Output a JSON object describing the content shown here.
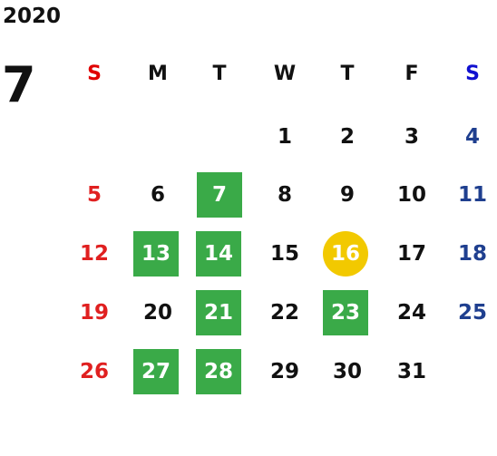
{
  "calendar": {
    "year": "2020",
    "month": "7",
    "weekdays": [
      {
        "label": "S",
        "kind": "sun"
      },
      {
        "label": "M",
        "kind": "normal"
      },
      {
        "label": "T",
        "kind": "normal"
      },
      {
        "label": "W",
        "kind": "normal"
      },
      {
        "label": "T",
        "kind": "normal"
      },
      {
        "label": "F",
        "kind": "normal"
      },
      {
        "label": "S",
        "kind": "sat"
      }
    ],
    "weeks": [
      [
        {
          "label": "",
          "kind": "empty"
        },
        {
          "label": "",
          "kind": "empty"
        },
        {
          "label": "",
          "kind": "empty"
        },
        {
          "label": "1",
          "kind": "normal"
        },
        {
          "label": "2",
          "kind": "normal"
        },
        {
          "label": "3",
          "kind": "normal"
        },
        {
          "label": "4",
          "kind": "sat"
        }
      ],
      [
        {
          "label": "5",
          "kind": "sun"
        },
        {
          "label": "6",
          "kind": "normal"
        },
        {
          "label": "7",
          "kind": "green"
        },
        {
          "label": "8",
          "kind": "normal"
        },
        {
          "label": "9",
          "kind": "normal"
        },
        {
          "label": "10",
          "kind": "normal"
        },
        {
          "label": "11",
          "kind": "sat"
        }
      ],
      [
        {
          "label": "12",
          "kind": "sun"
        },
        {
          "label": "13",
          "kind": "green"
        },
        {
          "label": "14",
          "kind": "green"
        },
        {
          "label": "15",
          "kind": "normal"
        },
        {
          "label": "16",
          "kind": "today"
        },
        {
          "label": "17",
          "kind": "normal"
        },
        {
          "label": "18",
          "kind": "sat"
        }
      ],
      [
        {
          "label": "19",
          "kind": "sun"
        },
        {
          "label": "20",
          "kind": "normal"
        },
        {
          "label": "21",
          "kind": "green"
        },
        {
          "label": "22",
          "kind": "normal"
        },
        {
          "label": "23",
          "kind": "green"
        },
        {
          "label": "24",
          "kind": "normal"
        },
        {
          "label": "25",
          "kind": "sat"
        }
      ],
      [
        {
          "label": "26",
          "kind": "sun"
        },
        {
          "label": "27",
          "kind": "green"
        },
        {
          "label": "28",
          "kind": "green"
        },
        {
          "label": "29",
          "kind": "normal"
        },
        {
          "label": "30",
          "kind": "normal"
        },
        {
          "label": "31",
          "kind": "normal"
        },
        {
          "label": "",
          "kind": "empty"
        }
      ]
    ]
  },
  "colors": {
    "sunday": "#e02020",
    "saturday": "#1f3f8f",
    "highlight_green": "#3aaa48",
    "today_yellow": "#f2c900"
  }
}
